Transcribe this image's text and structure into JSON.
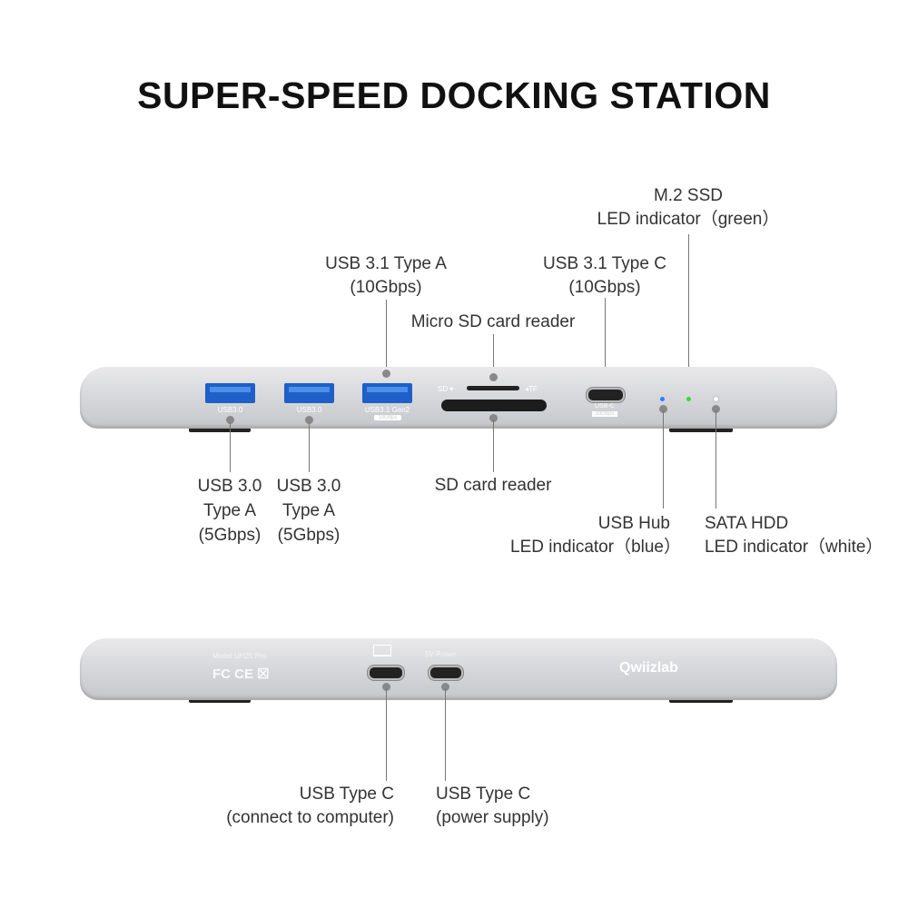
{
  "title": "SUPER-SPEED DOCKING STATION",
  "front": {
    "port_labels": [
      "USB3.0",
      "USB3.0",
      "USB3.1 Gen2",
      "10Gbps"
    ],
    "sd_mark": "SD ▾",
    "tf_mark": "◂TF",
    "usbc_mark": "USB-C",
    "usbc_badge": "10Gbps",
    "callouts": {
      "usb31a": [
        "USB 3.1 Type A",
        "(10Gbps)"
      ],
      "microsd": "Micro SD card reader",
      "usb31c": [
        "USB 3.1 Type C",
        "(10Gbps)"
      ],
      "m2": [
        "M.2 SSD",
        "LED indicator（green）"
      ],
      "usb30a_1": [
        "USB 3.0",
        "Type A",
        "(5Gbps)"
      ],
      "usb30a_2": [
        "USB 3.0",
        "Type A",
        "(5Gbps)"
      ],
      "sd": "SD card reader",
      "hub": [
        "USB Hub",
        "LED indicator（blue）"
      ],
      "sata": [
        "SATA HDD",
        "LED indicator（white）"
      ]
    },
    "led_colors": {
      "hub": "#2a7fff",
      "m2": "#33dd33",
      "sata": "#ffffff"
    }
  },
  "back": {
    "model": "Model UH25 Pro",
    "certs": "FC CE ☒",
    "power_mark": "5V Power",
    "brand": "Qwiizlab",
    "callouts": {
      "computer": [
        "USB Type C",
        "(connect to computer)"
      ],
      "power": [
        "USB Type C",
        "(power supply)"
      ]
    }
  }
}
